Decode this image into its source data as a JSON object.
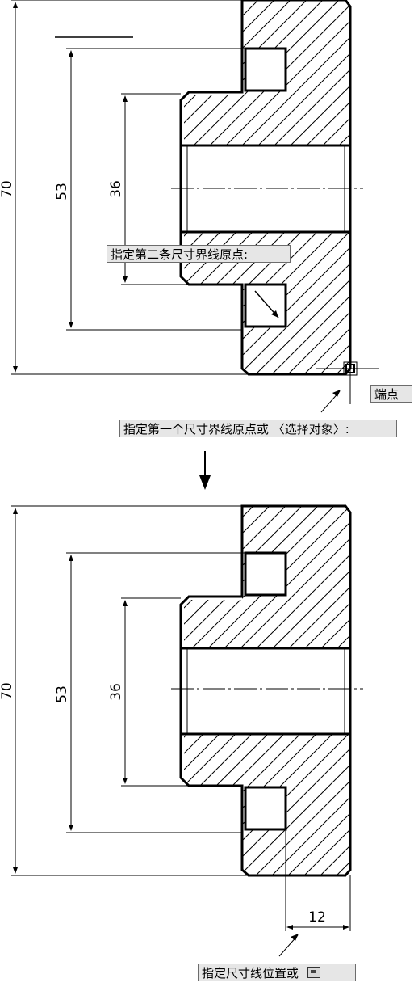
{
  "top_view": {
    "dims": {
      "overall": "70",
      "groove": "53",
      "bore": "36"
    },
    "prompt_second": "指定第二条尺寸界线原点:",
    "snap_label": "端点",
    "prompt_first": "指定第一个尺寸界线原点或 〈选择对象〉:"
  },
  "bottom_view": {
    "dims": {
      "overall": "70",
      "groove": "53",
      "bore": "36",
      "width": "12"
    },
    "prompt_position": "指定尺寸线位置或"
  },
  "icons": {
    "transition_arrow": "down-arrow-icon",
    "cursor": "pointer-arrow-icon",
    "snap": "endpoint-snap-marker-icon",
    "input_box": "input-box-icon"
  },
  "colors": {
    "line": "#000000",
    "tooltip_bg": "#e6e6e6",
    "tooltip_border": "#6c6c6c"
  }
}
